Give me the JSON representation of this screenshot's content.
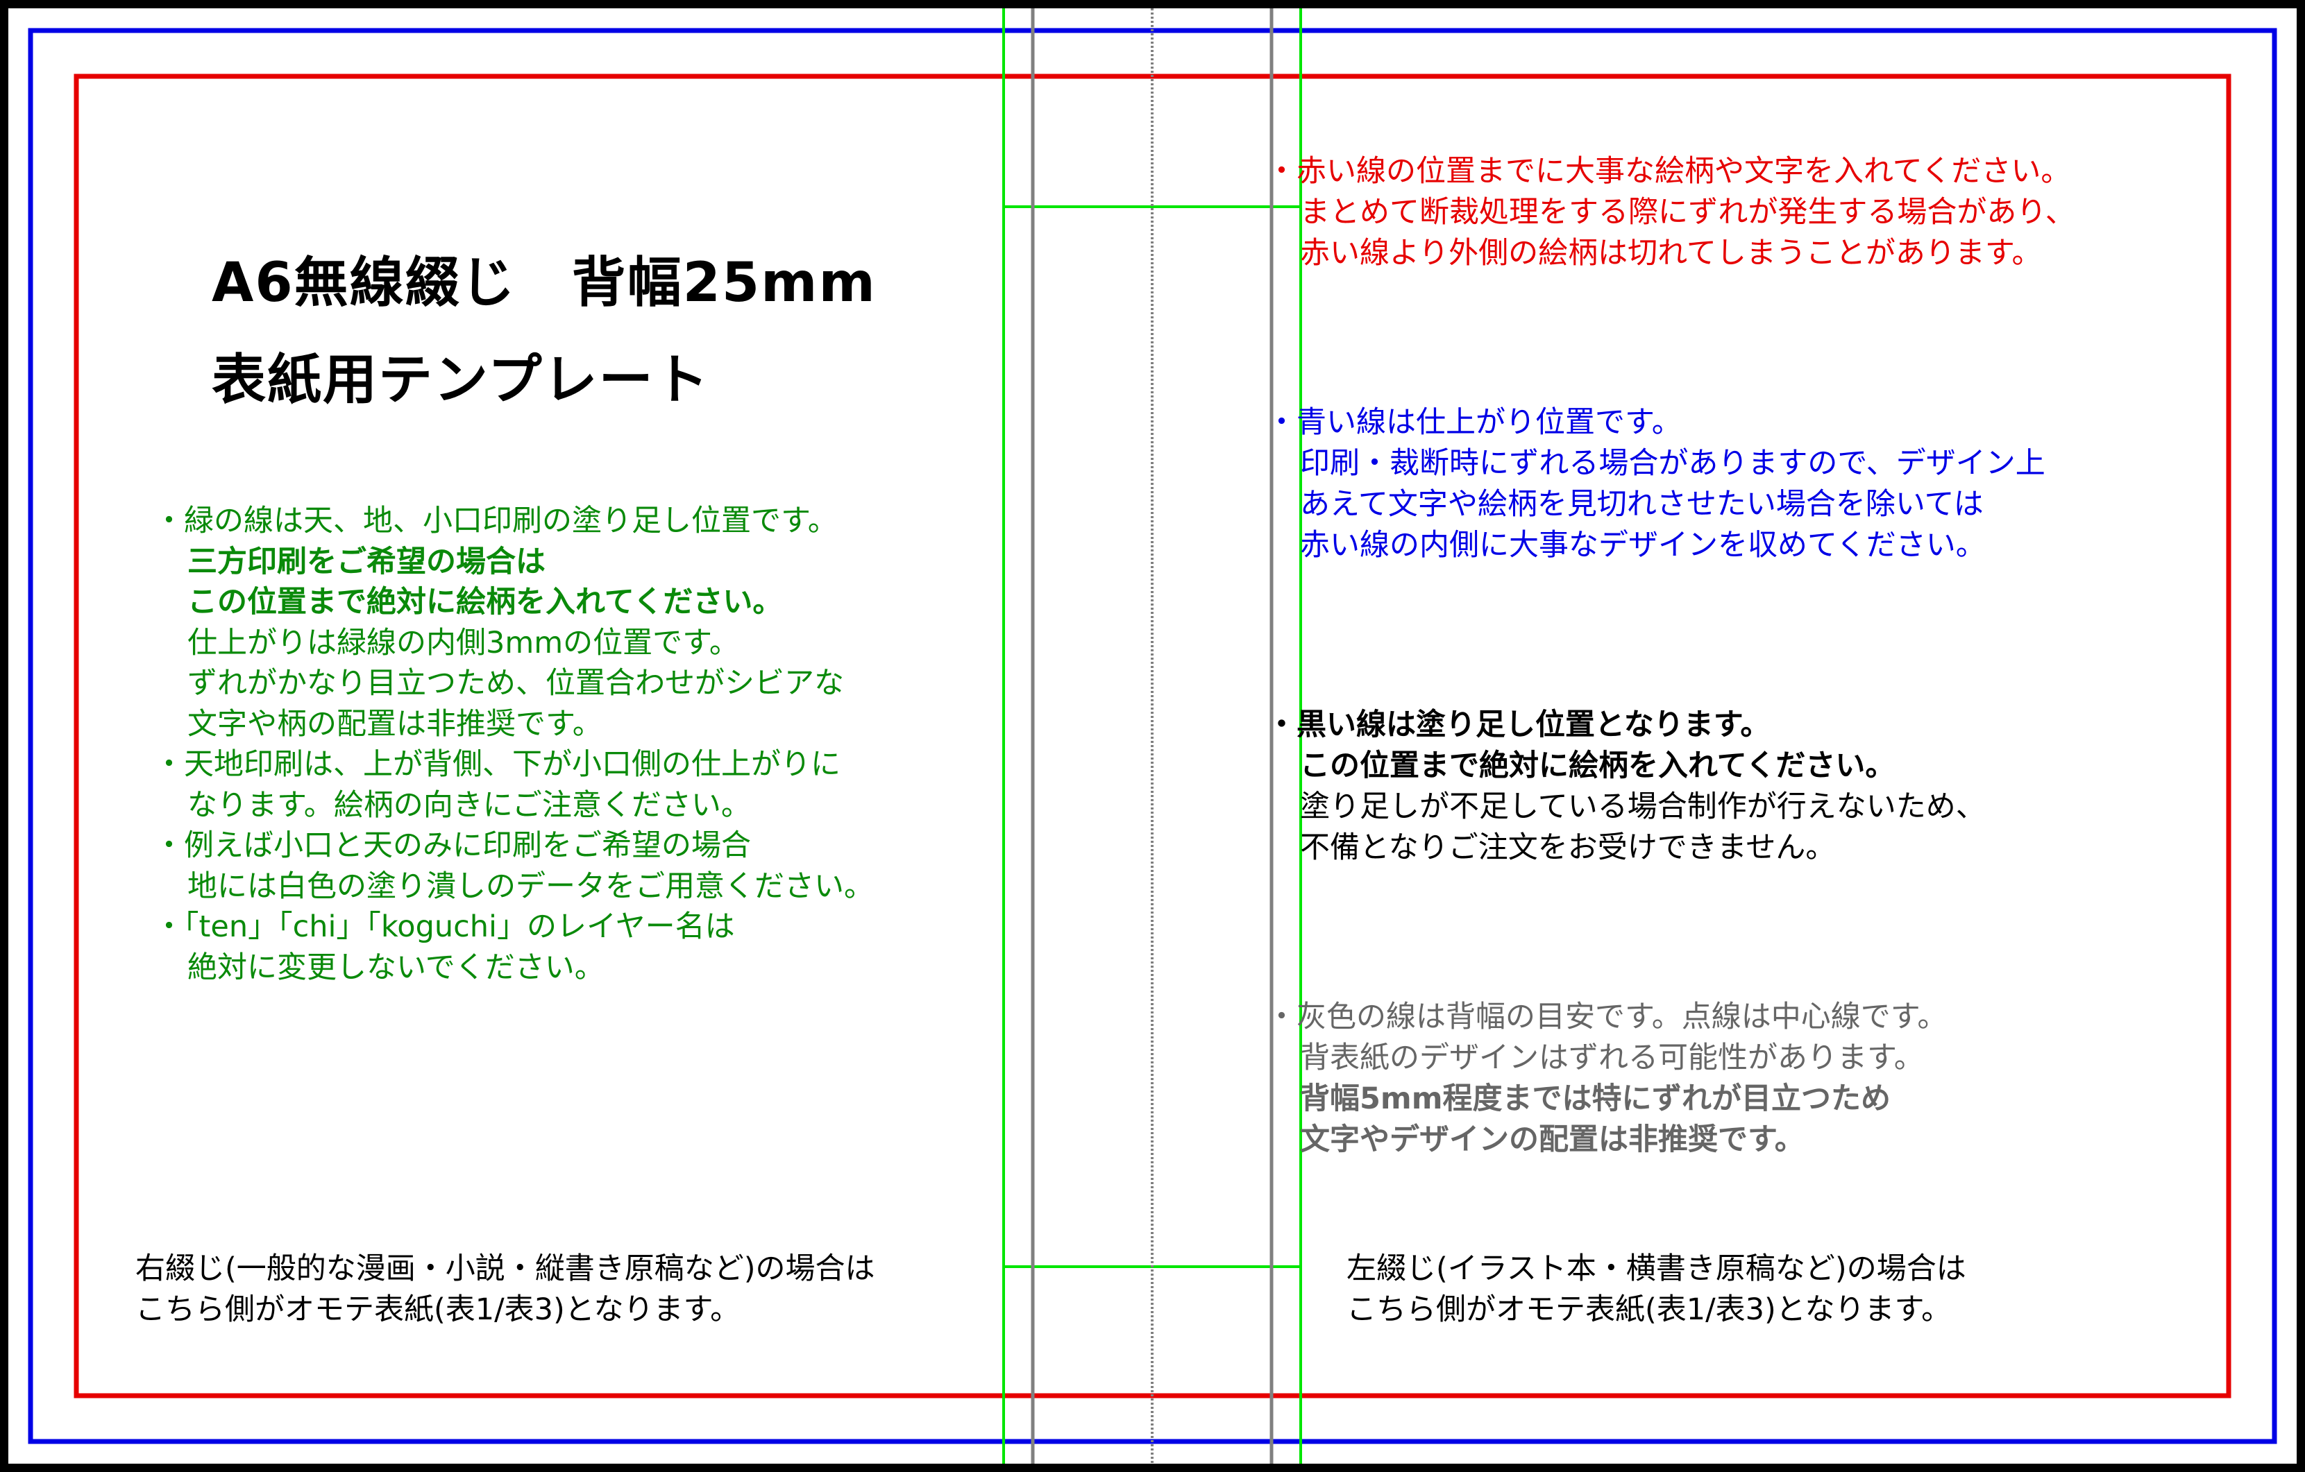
{
  "title": {
    "line1": "A6無線綴じ　背幅25mm",
    "line2": "表紙用テンプレート"
  },
  "green_notes": [
    "・緑の線は天、地、小口印刷の塗り足し位置です。",
    "三方印刷をご希望の場合は",
    "この位置まで絶対に絵柄を入れてください。",
    "仕上がりは緑線の内側3mmの位置です。",
    "ずれがかなり目立つため、位置合わせがシビアな",
    "文字や柄の配置は非推奨です。",
    "・天地印刷は、上が背側、下が小口側の仕上がりに",
    "なります。絵柄の向きにご注意ください。",
    "・例えば小口と天のみに印刷をご希望の場合",
    "地には白色の塗り潰しのデータをご用意ください。",
    "・「ten」「chi」「koguchi」のレイヤー名は",
    "絶対に変更しないでください。"
  ],
  "red_notes": [
    "・赤い線の位置までに大事な絵柄や文字を入れてください。",
    "まとめて断裁処理をする際にずれが発生する場合があり、",
    "赤い線より外側の絵柄は切れてしまうことがあります。"
  ],
  "blue_notes": [
    "・青い線は仕上がり位置です。",
    "印刷・裁断時にずれる場合がありますので、デザイン上",
    "あえて文字や絵柄を見切れさせたい場合を除いては",
    "赤い線の内側に大事なデザインを収めてください。"
  ],
  "black_notes": [
    "・黒い線は塗り足し位置となります。",
    "この位置まで絶対に絵柄を入れてください。",
    "塗り足しが不足している場合制作が行えないため、",
    "不備となりご注文をお受けできません。"
  ],
  "gray_notes": [
    "・灰色の線は背幅の目安です。点線は中心線です。",
    "背表紙のデザインはずれる可能性があります。",
    "背幅5mm程度までは特にずれが目立つため",
    "文字やデザインの配置は非推奨です。"
  ],
  "footer_left": [
    "右綴じ(一般的な漫画・小説・縦書き原稿など)の場合は",
    "こちら側がオモテ表紙(表1/表3)となります。"
  ],
  "footer_right": [
    "左綴じ(イラスト本・横書き原稿など)の場合は",
    "こちら側がオモテ表紙(表1/表3)となります。"
  ],
  "colors": {
    "bleed_black": "#000000",
    "trim_blue": "#0000e6",
    "safe_red": "#e60000",
    "edge_bleed_green": "#00e600",
    "spine_gray": "#808080",
    "green_text": "#0a8a0a",
    "gray_text": "#666666"
  }
}
